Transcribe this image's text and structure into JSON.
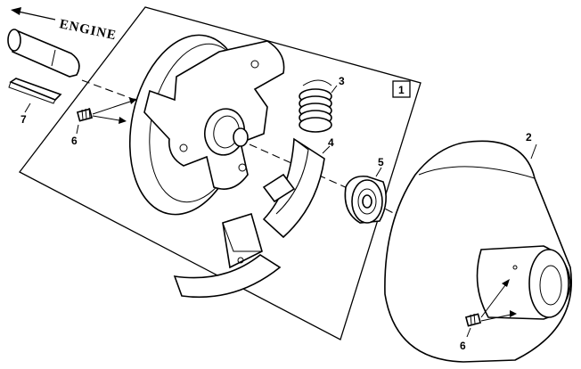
{
  "direction_label": "ENGINE",
  "assembly_box_label": "1",
  "part_labels": {
    "clutch_drum": "2",
    "spring": "3",
    "clutch_shoe": "4",
    "bearing": "5",
    "set_screw_left": "6",
    "set_screw_right": "6",
    "key": "7"
  }
}
